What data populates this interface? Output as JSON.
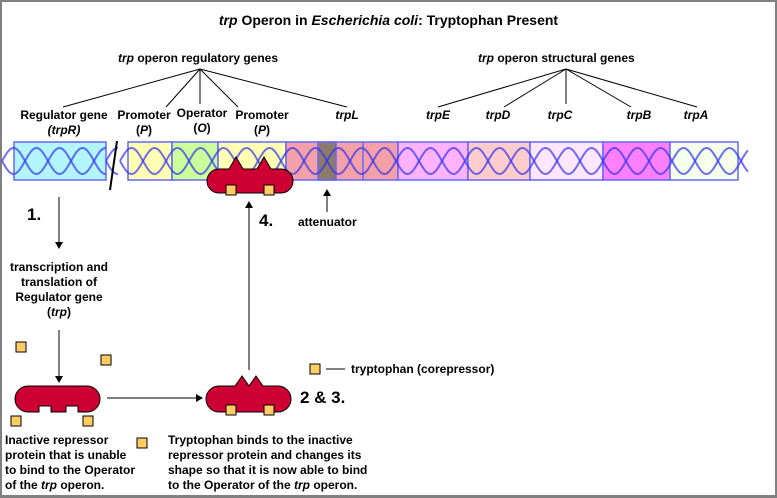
{
  "title": {
    "italic_prefix": "trp",
    "mid": " Operon in ",
    "italic_species": "Escherichia coli",
    "suffix": ": Tryptophan Present"
  },
  "regulatory_header": {
    "italic": "trp",
    "rest": " operon regulatory genes"
  },
  "structural_header": {
    "italic": "trp",
    "rest": " operon structural genes"
  },
  "gene_labels": {
    "regulator": {
      "line1": "Regulator gene",
      "line2": "(trpR)"
    },
    "promoter1": {
      "line1": "Promoter",
      "paren_open": "(",
      "symbol": "P",
      "paren_close": ")"
    },
    "operator": {
      "line1": "Operator",
      "paren_open": "(",
      "symbol": "O",
      "paren_close": ")"
    },
    "promoter2": {
      "line1": "Promoter",
      "paren_open": "(",
      "symbol": "P",
      "paren_close": ")"
    },
    "trpL": "trpL",
    "trpE": "trpE",
    "trpD": "trpD",
    "trpC": "trpC",
    "trpB": "trpB",
    "trpA": "trpA"
  },
  "segment_colors": {
    "regulator": "#b3f5ff",
    "promoter": "#ffffb3",
    "operator": "#ccff99",
    "trpL": "#f4a0a8",
    "attenuator": "#8c7b6a",
    "trpE": "#ffb3ff",
    "trpD": "#ffcccc",
    "trpC": "#ffe6ff",
    "trpB": "#ff80ff",
    "trpA": "#f5ffea",
    "segment_border": "#6666ff",
    "helix": "#3333ee",
    "repressor": "#cc0033",
    "tryptophan": "#ffcc66"
  },
  "steps": {
    "step1": "1.",
    "step23": "2 & 3.",
    "step4": "4."
  },
  "attenuator_label": "attenuator",
  "transcription_text": {
    "lines": [
      "transcription and",
      "translation of",
      "Regulator gene"
    ],
    "paren_open": "(",
    "italic": "trp",
    "paren_close": ")"
  },
  "legend": {
    "label": "tryptophan (corepressor)"
  },
  "inactive_text": {
    "lines": [
      "Inactive repressor",
      "protein that is unable",
      "to bind to the Operator"
    ],
    "last_prefix": "of the ",
    "last_italic": "trp",
    "last_suffix": " operon."
  },
  "binds_text": {
    "lines": [
      "Tryptophan binds to the inactive",
      "repressor protein and changes its",
      "shape so that it is now able to bind"
    ],
    "last_prefix": "to the Operator of the ",
    "last_italic": "trp",
    "last_suffix": " operon."
  }
}
